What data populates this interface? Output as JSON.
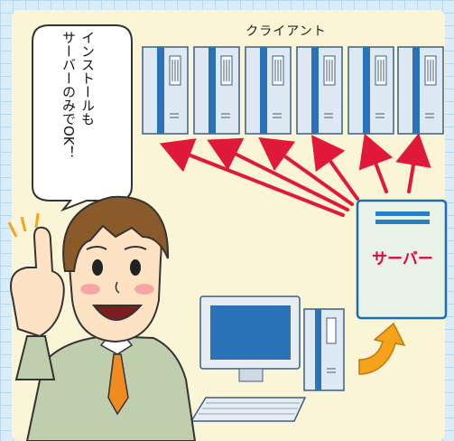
{
  "clients": {
    "label": "クライアント",
    "count": 6
  },
  "speech_bubble": {
    "line1": "インストールも",
    "line2": "サーバーのみでOK！"
  },
  "server": {
    "label": "サーバー"
  },
  "colors": {
    "arrow": "#e0193a",
    "curved_arrow": "#f4a31b",
    "tower_blue": "#2a73b8",
    "server_body": "#e8f2e6",
    "suit": "#bfcfae",
    "tie": "#f08b21"
  }
}
